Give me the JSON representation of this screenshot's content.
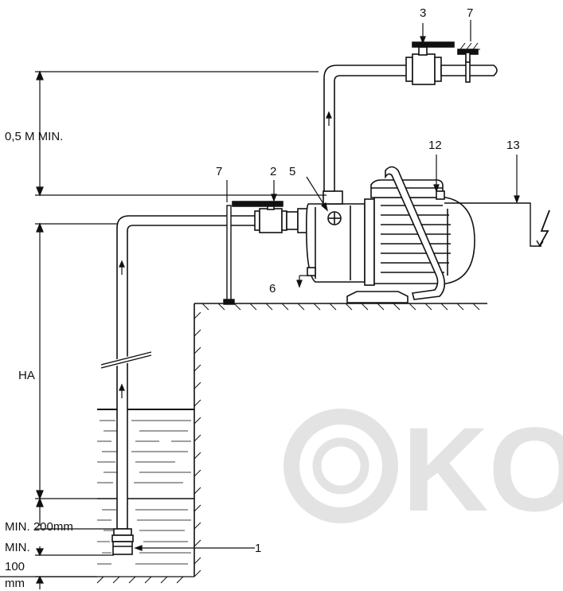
{
  "callouts": {
    "n1": "1",
    "n2": "2",
    "n3": "3",
    "n5": "5",
    "n6": "6",
    "n7a": "7",
    "n7b": "7",
    "n12": "12",
    "n13": "13"
  },
  "dimensions": {
    "discharge_rise": "0,5 M MIN.",
    "suction_height": "HA",
    "min_200_line1": "MIN. 200mm",
    "min_100_line1": "MIN.",
    "min_100_line2": "100",
    "min_100_line3": "mm"
  },
  "watermark": {
    "text": "KO",
    "color": "#e3e3e3"
  },
  "colors": {
    "line": "#111111",
    "water": "#666666"
  }
}
